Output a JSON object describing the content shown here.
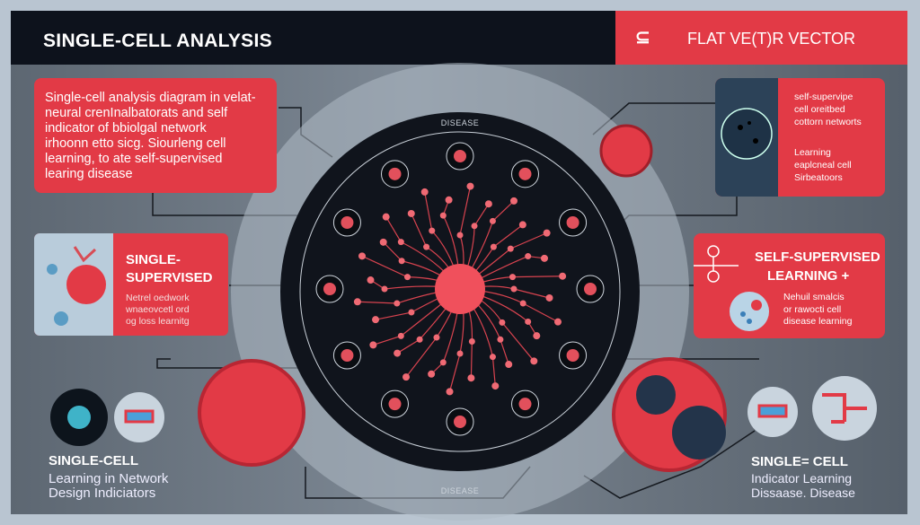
{
  "header": {
    "title": "SINGLE-CELL ANALYSIS",
    "tag": "FLAT VE(T)R VECTOR",
    "logo_icon": "logo-icon"
  },
  "top_left_box": {
    "lines": [
      "Single-cell analysis diagram in velat-",
      "neural crenInalbatorats and self",
      "indicator of bbiolgal network",
      "irhoonn etto sicg. Siourleng cell",
      "learning, to ate self-supervised",
      "learing disease"
    ]
  },
  "mid_left_box": {
    "title": [
      "SINGLE-",
      "SUPERVISED"
    ],
    "lines": [
      "Netrel oedwork",
      "wnaeovcetl ord",
      "og loss learnitg"
    ]
  },
  "top_right_box": {
    "lines1": [
      "self-supervipe",
      "cell oreitbed",
      "cottorn networts"
    ],
    "lines2": [
      "Learning",
      "eaplcneal cell",
      "Sirbeatoors"
    ]
  },
  "mid_right_box": {
    "title": [
      "SELF-SUPERVISED",
      "LEARNING +"
    ],
    "lines": [
      "Nehuil smalcis",
      "or rawocti cell",
      "disease learning"
    ]
  },
  "bottom_left": {
    "title": "SINGLE-CELL",
    "lines": [
      "Learning in Network",
      "Design Indiciators"
    ]
  },
  "bottom_right": {
    "title": "SINGLE= CELL",
    "lines": [
      "Indicator Learning",
      "Dissaase. Disease"
    ]
  },
  "diagram": {
    "top_label": "DISEASE",
    "bottom_label": "DISEASE"
  },
  "colors": {
    "accent": "#e23a46",
    "dark": "#0d121c",
    "panel": "#6a747f"
  }
}
